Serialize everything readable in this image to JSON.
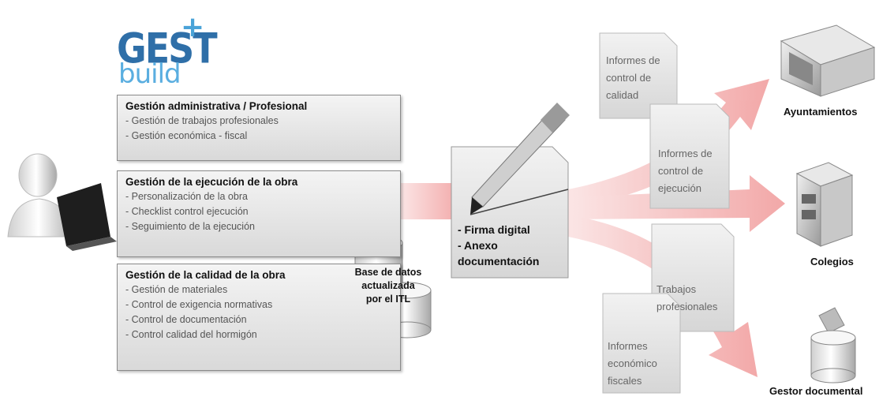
{
  "logo": {
    "main": "GEST",
    "plus": "+",
    "sub": "build"
  },
  "panels": [
    {
      "title": "Gestión administrativa / Profesional",
      "items": [
        "- Gestión de trabajos profesionales",
        "- Gestión económica - fiscal"
      ]
    },
    {
      "title": "Gestión de la ejecución de la obra",
      "items": [
        "- Personalización de la obra",
        "- Checklist control ejecución",
        "- Seguimiento de la ejecución"
      ]
    },
    {
      "title": "Gestión de la calidad de la obra",
      "items": [
        "- Gestión de materiales",
        "- Control de exigencia normativas",
        "- Control de documentación",
        "- Control calidad del hormigón"
      ]
    }
  ],
  "database": {
    "lines": [
      "Base de datos",
      "actualizada",
      "por el ITL"
    ]
  },
  "center_doc": {
    "lines": [
      "- Firma digital",
      "- Anexo",
      "documentación"
    ]
  },
  "documents": [
    {
      "lines": [
        "Informes de",
        "control de",
        "calidad"
      ]
    },
    {
      "lines": [
        "Informes de",
        "control de",
        "ejecución"
      ]
    },
    {
      "lines": [
        "Trabajos",
        "profesionales"
      ]
    },
    {
      "lines": [
        "Informes",
        "económico",
        "fiscales"
      ]
    }
  ],
  "destinations": [
    {
      "label": "Ayuntamientos"
    },
    {
      "label": "Colegios"
    },
    {
      "label": "Gestor documental"
    }
  ],
  "colors": {
    "logo_blue": "#2f6fa8",
    "logo_light": "#5aaee0",
    "arrow_pink": "#f4b6b6"
  }
}
